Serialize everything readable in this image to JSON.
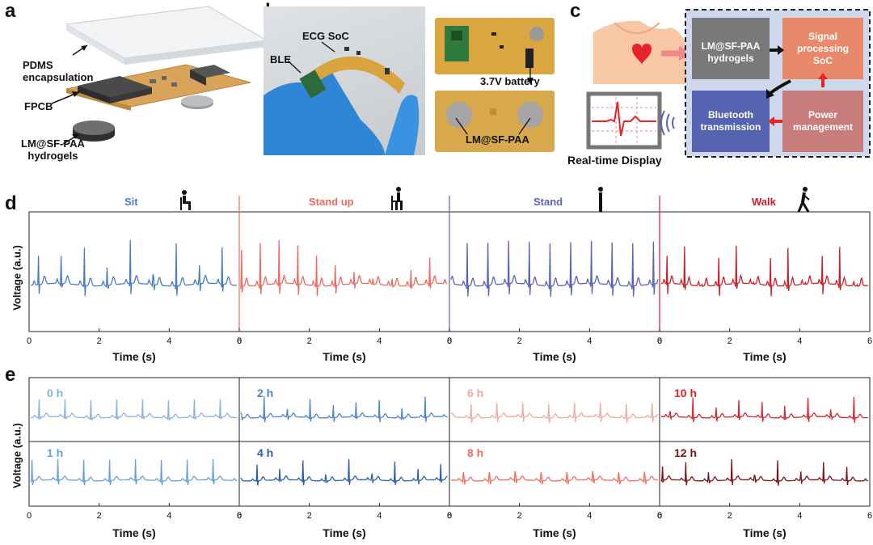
{
  "panels": {
    "a": "a",
    "b": "b",
    "c": "c",
    "d": "d",
    "e": "e"
  },
  "panel_a": {
    "labels": {
      "pdms": "PDMS\nencapsulation",
      "fpcb": "FPCB",
      "hydrogel": "LM@SF-PAA\nhydrogels"
    }
  },
  "panel_b": {
    "labels": {
      "ecg_soc": "ECG SoC",
      "ble": "BLE",
      "battery": "3.7V battery",
      "electrode": "LM@SF-PAA"
    }
  },
  "panel_c": {
    "boxes": {
      "hydrogels": "LM@SF-PAA\nhydrogels",
      "signal": "Signal\nprocessing\nSoC",
      "bluetooth": "Bluetooth\ntransmission",
      "power": "Power\nmanagement"
    },
    "display_label": "Real-time Display",
    "colors": {
      "hydrogels": "#7a7a7a",
      "signal": "#e8896b",
      "bluetooth": "#5563b0",
      "power": "#c97c7c",
      "frame_bg": "#cfd8ea"
    }
  },
  "panel_d": {
    "ylabel": "Voltage (a.u.)",
    "xlabel": "Time (s)",
    "ticks": [
      "0",
      "2",
      "4",
      "6"
    ],
    "segments": [
      {
        "label": "Sit",
        "color": "#4a7cc4"
      },
      {
        "label": "Stand up",
        "color": "#ee6a5e"
      },
      {
        "label": "Stand",
        "color": "#5a63b8"
      },
      {
        "label": "Walk",
        "color": "#cc1f2a"
      }
    ]
  },
  "panel_e": {
    "ylabel": "Voltage (a.u.)",
    "xlabel": "Time (s)",
    "ticks": [
      "0",
      "2",
      "4",
      "6"
    ],
    "rows": [
      [
        {
          "label": "0 h",
          "color": "#86b6e3"
        },
        {
          "label": "2 h",
          "color": "#4f86c9"
        },
        {
          "label": "6 h",
          "color": "#f2a7a0"
        },
        {
          "label": "10 h",
          "color": "#d8262f"
        }
      ],
      [
        {
          "label": "1 h",
          "color": "#6a9fd8"
        },
        {
          "label": "4 h",
          "color": "#2a5ea8"
        },
        {
          "label": "8 h",
          "color": "#ef6e62"
        },
        {
          "label": "12 h",
          "color": "#7e1016"
        }
      ]
    ]
  },
  "chart_data": [
    {
      "type": "line",
      "title": "",
      "xlabel": "Time (s)",
      "ylabel": "Voltage (a.u.)",
      "xlim": [
        0,
        6
      ],
      "series": [
        {
          "name": "Sit",
          "heart_beats": 9
        },
        {
          "name": "Stand up",
          "heart_beats": 11
        },
        {
          "name": "Stand",
          "heart_beats": 10
        },
        {
          "name": "Walk",
          "heart_beats": 12
        }
      ]
    },
    {
      "type": "line",
      "title": "",
      "xlabel": "Time (s)",
      "ylabel": "Voltage (a.u.)",
      "xlim": [
        0,
        6
      ],
      "series": [
        {
          "name": "0 h",
          "heart_beats": 8
        },
        {
          "name": "1 h",
          "heart_beats": 8
        },
        {
          "name": "2 h",
          "heart_beats": 9
        },
        {
          "name": "4 h",
          "heart_beats": 9
        },
        {
          "name": "6 h",
          "heart_beats": 8
        },
        {
          "name": "8 h",
          "heart_beats": 8
        },
        {
          "name": "10 h",
          "heart_beats": 9
        },
        {
          "name": "12 h",
          "heart_beats": 9
        }
      ]
    }
  ]
}
